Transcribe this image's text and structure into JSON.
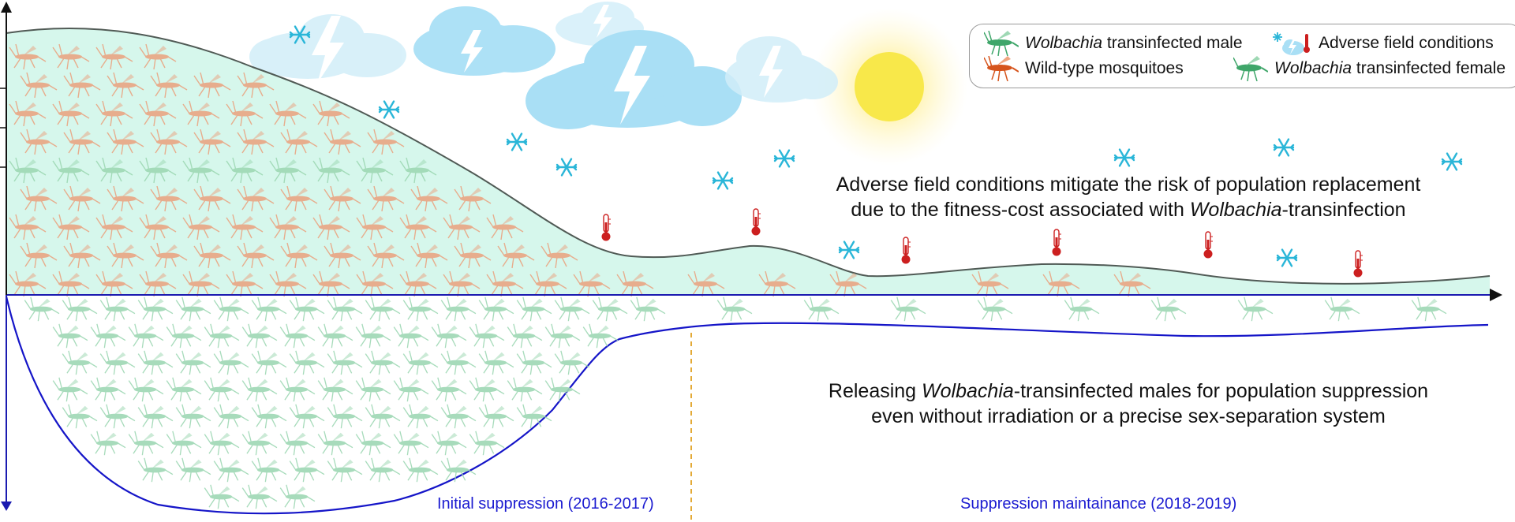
{
  "legend": {
    "male_italic": "Wolbachia",
    "male_rest": "transinfected male",
    "wild": "Wild-type mosquitoes",
    "adverse": "Adverse field conditions",
    "female_italic": "Wolbachia",
    "female_rest": "transinfected female"
  },
  "top_caption": {
    "line1": "Adverse field conditions mitigate the risk of population replacement",
    "line2_pre": "due to the fitness-cost associated with",
    "line2_italic": "Wolbachia",
    "line2_post": "-transinfection"
  },
  "bottom_caption": {
    "line1_pre": "Releasing",
    "line1_italic": "Wolbachia",
    "line1_post": "-transinfected males for population suppression",
    "line2": "even without irradiation or a precise sex-separation system"
  },
  "phases": {
    "initial": "Initial suppression (2016-2017)",
    "maintenance": "Suppression maintainance (2018-2019)"
  },
  "colors": {
    "wild_fill": "#d9dfe6",
    "wild_mosquito": "#e9a583",
    "male_mosquito": "#9ed8b4",
    "release_curve": "#1515c8",
    "axis": "#1a1ab0",
    "cloud": "#a9dff5",
    "sun": "#f8e84a",
    "snowflake": "#2ab6d8",
    "thermometer": "#cc1f1f",
    "divider": "#e0a020"
  },
  "icons": {
    "male": "green-mosquito-icon",
    "wild": "orange-mosquito-icon",
    "adverse": "snowflake-lightning-thermometer-icon",
    "female": "green-mosquito-icon"
  }
}
